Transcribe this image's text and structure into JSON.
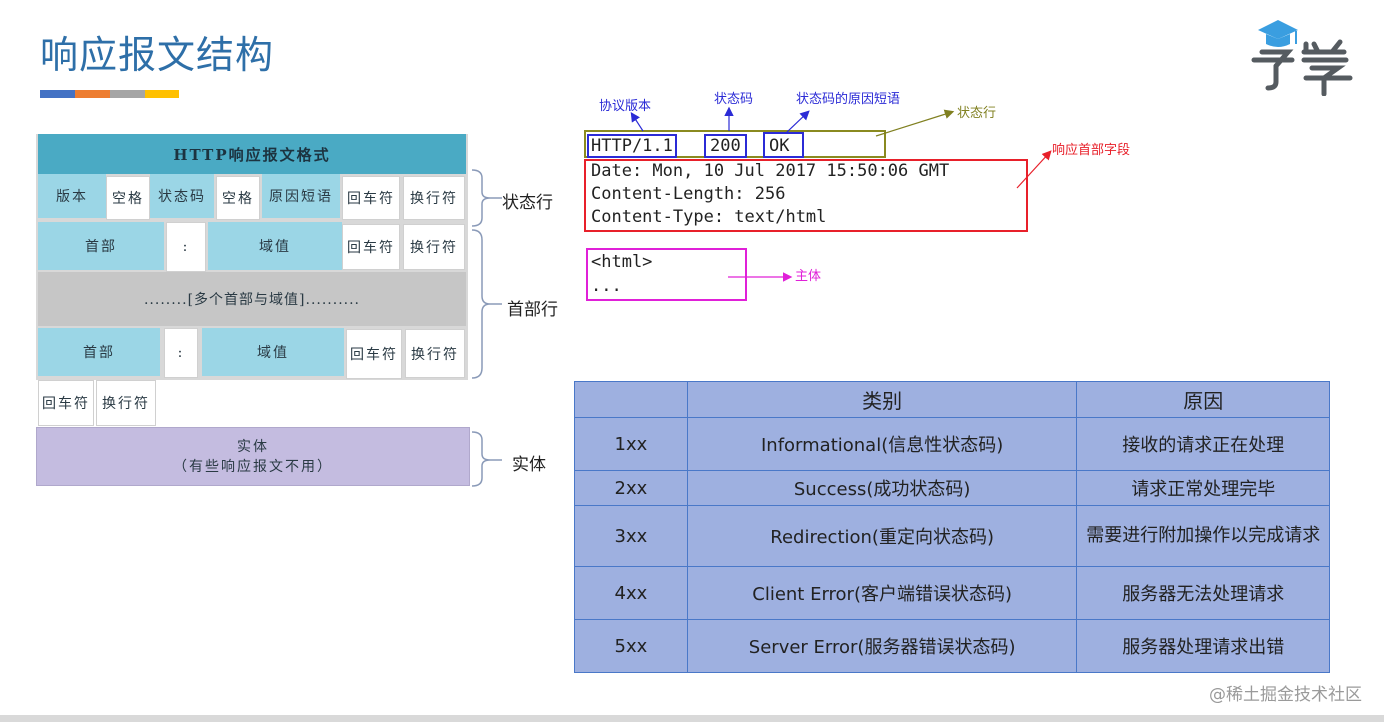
{
  "slide": {
    "title": "响应报文结构",
    "accent_colors": [
      "#4472c4",
      "#ed7d31",
      "#a5a5a5",
      "#ffc000"
    ],
    "logo": {
      "icon": "graduation-cap-icon",
      "text": "学学"
    },
    "watermark": "@稀土掘金技术社区"
  },
  "format_diagram": {
    "header": "HTTP响应报文格式",
    "status_line": [
      "版本",
      "空格",
      "状态码",
      "空格",
      "原因短语",
      "回车符",
      "换行符"
    ],
    "header_line_1": [
      "首部",
      ":",
      "域值",
      "回车符",
      "换行符"
    ],
    "multi_headers": "........[多个首部与域值]..........",
    "header_line_n": [
      "首部",
      ":",
      "域值",
      "回车符",
      "换行符"
    ],
    "blank_line": [
      "回车符",
      "换行符"
    ],
    "entity_title": "实体",
    "entity_note": "（有些响应报文不用）",
    "brace_labels": {
      "status_line": "状态行",
      "header_lines": "首部行",
      "entity": "实体"
    }
  },
  "example": {
    "protocol": "HTTP/1.1",
    "status_code": "200",
    "reason": "OK",
    "headers": [
      "Date: Mon, 10 Jul 2017 15:50:06 GMT",
      "Content-Length: 256",
      "Content-Type: text/html"
    ],
    "body": [
      "<html>",
      "..."
    ],
    "annotations": {
      "protocol_version": "协议版本",
      "status_code": "状态码",
      "reason_phrase": "状态码的原因短语",
      "status_line": "状态行",
      "response_headers": "响应首部字段",
      "body": "主体"
    },
    "colors": {
      "blue": "#2b2bd6",
      "olive": "#808020",
      "red": "#e8202a",
      "magenta": "#e020d8"
    }
  },
  "status_table": {
    "columns": [
      "",
      "类别",
      "原因"
    ],
    "rows": [
      [
        "1xx",
        "Informational(信息性状态码)",
        "接收的请求正在处理"
      ],
      [
        "2xx",
        "Success(成功状态码)",
        "请求正常处理完毕"
      ],
      [
        "3xx",
        "Redirection(重定向状态码)",
        "需要进行附加操作以完成请求"
      ],
      [
        "4xx",
        "Client Error(客户端错误状态码)",
        "服务器无法处理请求"
      ],
      [
        "5xx",
        "Server Error(服务器错误状态码)",
        "服务器处理请求出错"
      ]
    ]
  }
}
